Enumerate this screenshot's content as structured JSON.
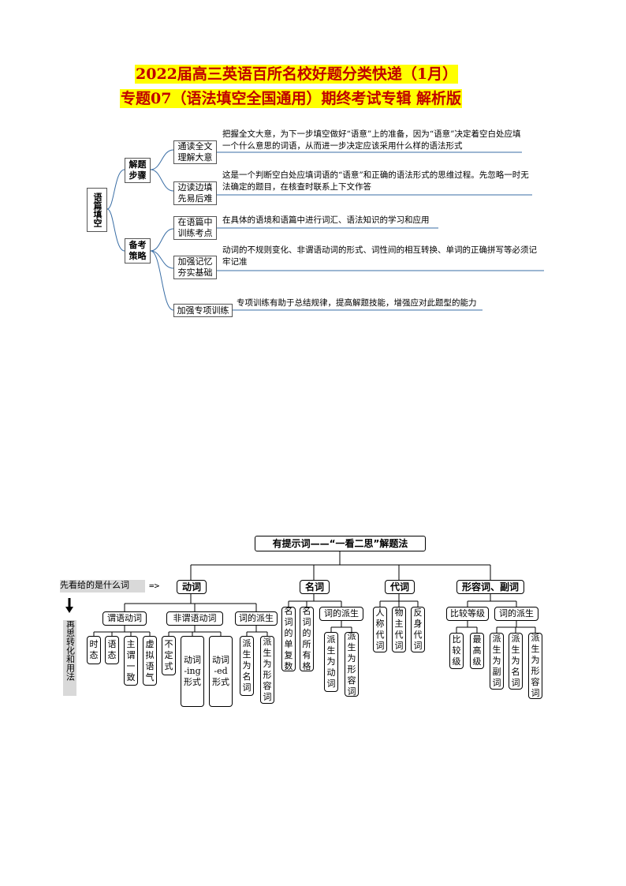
{
  "title": {
    "line1": "2022届高三英语百所名校好题分类快递（1月）",
    "line2": "专题07（语法填空全国通用）期终考试专辑  解析版"
  },
  "mindmap": {
    "root": "语篇填空",
    "branches": [
      {
        "label": "解题步骤",
        "items": [
          {
            "label": "通读全文理解大意",
            "text": "把握全文大意，为下一步填空做好“语意”上的准备，因为“语意”决定着空白处应填一个什么意思的词语，从而进一步决定应该采用什么样的语法形式"
          },
          {
            "label": "边读边填先易后难",
            "text": "这是一个判断空白处应填词语的“语意”和正确的语法形式的思维过程。先忽略一时无法确定的题目，在核查时联系上下文作答"
          }
        ]
      },
      {
        "label": "备考策略",
        "items": [
          {
            "label": "在语篇中训练考点",
            "text": "在具体的语境和语篇中进行词汇、语法知识的学习和应用"
          },
          {
            "label": "加强记忆夯实基础",
            "text": "动词的不规则变化、非谓语动词的形式、词性间的相互转换、单词的正确拼写等必须记牢记准"
          },
          {
            "label": "加强专项训练",
            "text": "专项训练有助于总结规律，提高解题技能，增强应对此题型的能力"
          }
        ]
      }
    ]
  },
  "tree": {
    "header": "有提示词——“一看二思”解题法",
    "side_first": "先看给的是什么词",
    "side_arrow_text": "=>",
    "side_second": "再思转化和用法",
    "verb": {
      "label": "动词",
      "groups": [
        {
          "label": "谓语动词",
          "leaves": [
            "时态",
            "语态",
            "主谓一致",
            "虚拟语气"
          ]
        },
        {
          "label": "非谓语动词",
          "leaves": [
            "不定式",
            "动词 -ing 形式",
            "动词 -ed 形式"
          ]
        },
        {
          "label": "词的派生",
          "leaves": [
            "派生为名词",
            "派生为形容词"
          ]
        }
      ]
    },
    "noun": {
      "label": "名词",
      "direct": [
        "名词的单复数",
        "名词的所有格"
      ],
      "group": {
        "label": "词的派生",
        "leaves": [
          "派生为动词",
          "派生为形容词"
        ]
      }
    },
    "pronoun": {
      "label": "代词",
      "leaves": [
        "人称代词",
        "物主代词",
        "反身代词"
      ]
    },
    "adj": {
      "label": "形容词、副词",
      "groups": [
        {
          "label": "比较等级",
          "leaves": [
            "比较级",
            "最高级"
          ]
        },
        {
          "label": "词的派生",
          "leaves": [
            "派生为副词",
            "派生为名词",
            "派生为形容词"
          ]
        }
      ]
    }
  }
}
